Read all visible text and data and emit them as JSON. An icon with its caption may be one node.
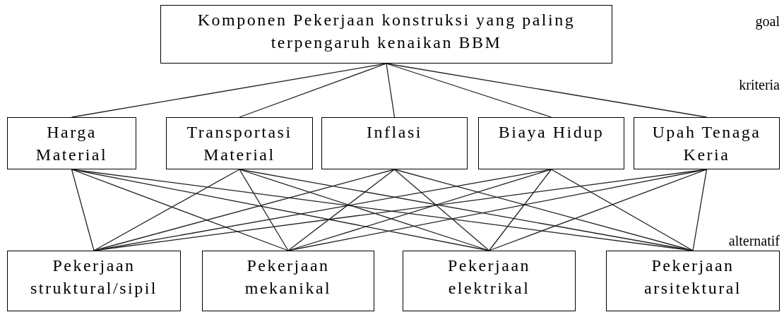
{
  "diagram": {
    "nodes": [
      {
        "text": [
          "Komponen Pekerjaan konstruksi yang paling terpengaruh kenaikan BBM"
        ]
      },
      {
        "text": [
          "Harga Material"
        ]
      },
      {
        "text": [
          "Transportasi Material"
        ]
      },
      {
        "text": [
          "Inflasi"
        ]
      },
      {
        "text": [
          "Biaya Hidup"
        ]
      },
      {
        "text": [
          "Upah Tenaga Keria"
        ]
      },
      {
        "text": [
          "Pekerjaan struktural/sipil"
        ]
      },
      {
        "text": [
          "Pekerjaan mekanikal"
        ]
      },
      {
        "text": [
          "Pekerjaan elektrikal"
        ]
      },
      {
        "text": [
          "Pekerjaan arsitektural"
        ]
      }
    ],
    "edges": [
      {
        "from": 0,
        "to": 1,
        "arrow": "none"
      },
      {
        "from": 0,
        "to": 2,
        "arrow": "none"
      },
      {
        "from": 0,
        "to": 3,
        "arrow": "none"
      },
      {
        "from": 0,
        "to": 4,
        "arrow": "none"
      },
      {
        "from": 0,
        "to": 5,
        "arrow": "none"
      },
      {
        "from": 1,
        "to": 6,
        "arrow": "none"
      },
      {
        "from": 1,
        "to": 7,
        "arrow": "none"
      },
      {
        "from": 1,
        "to": 8,
        "arrow": "none"
      },
      {
        "from": 1,
        "to": 9,
        "arrow": "none"
      },
      {
        "from": 2,
        "to": 6,
        "arrow": "none"
      },
      {
        "from": 2,
        "to": 7,
        "arrow": "none"
      },
      {
        "from": 2,
        "to": 8,
        "arrow": "none"
      },
      {
        "from": 2,
        "to": 9,
        "arrow": "none"
      },
      {
        "from": 3,
        "to": 6,
        "arrow": "none"
      },
      {
        "from": 3,
        "to": 7,
        "arrow": "none"
      },
      {
        "from": 3,
        "to": 8,
        "arrow": "none"
      },
      {
        "from": 3,
        "to": 9,
        "arrow": "none"
      },
      {
        "from": 4,
        "to": 6,
        "arrow": "none"
      },
      {
        "from": 4,
        "to": 7,
        "arrow": "none"
      },
      {
        "from": 4,
        "to": 8,
        "arrow": "none"
      },
      {
        "from": 4,
        "to": 9,
        "arrow": "none"
      },
      {
        "from": 5,
        "to": 6,
        "arrow": "none"
      },
      {
        "from": 5,
        "to": 7,
        "arrow": "none"
      },
      {
        "from": 5,
        "to": 8,
        "arrow": "none"
      },
      {
        "from": 5,
        "to": 9,
        "arrow": "none"
      }
    ],
    "labels": [
      "goal",
      "kriteria",
      "alternatif"
    ]
  }
}
